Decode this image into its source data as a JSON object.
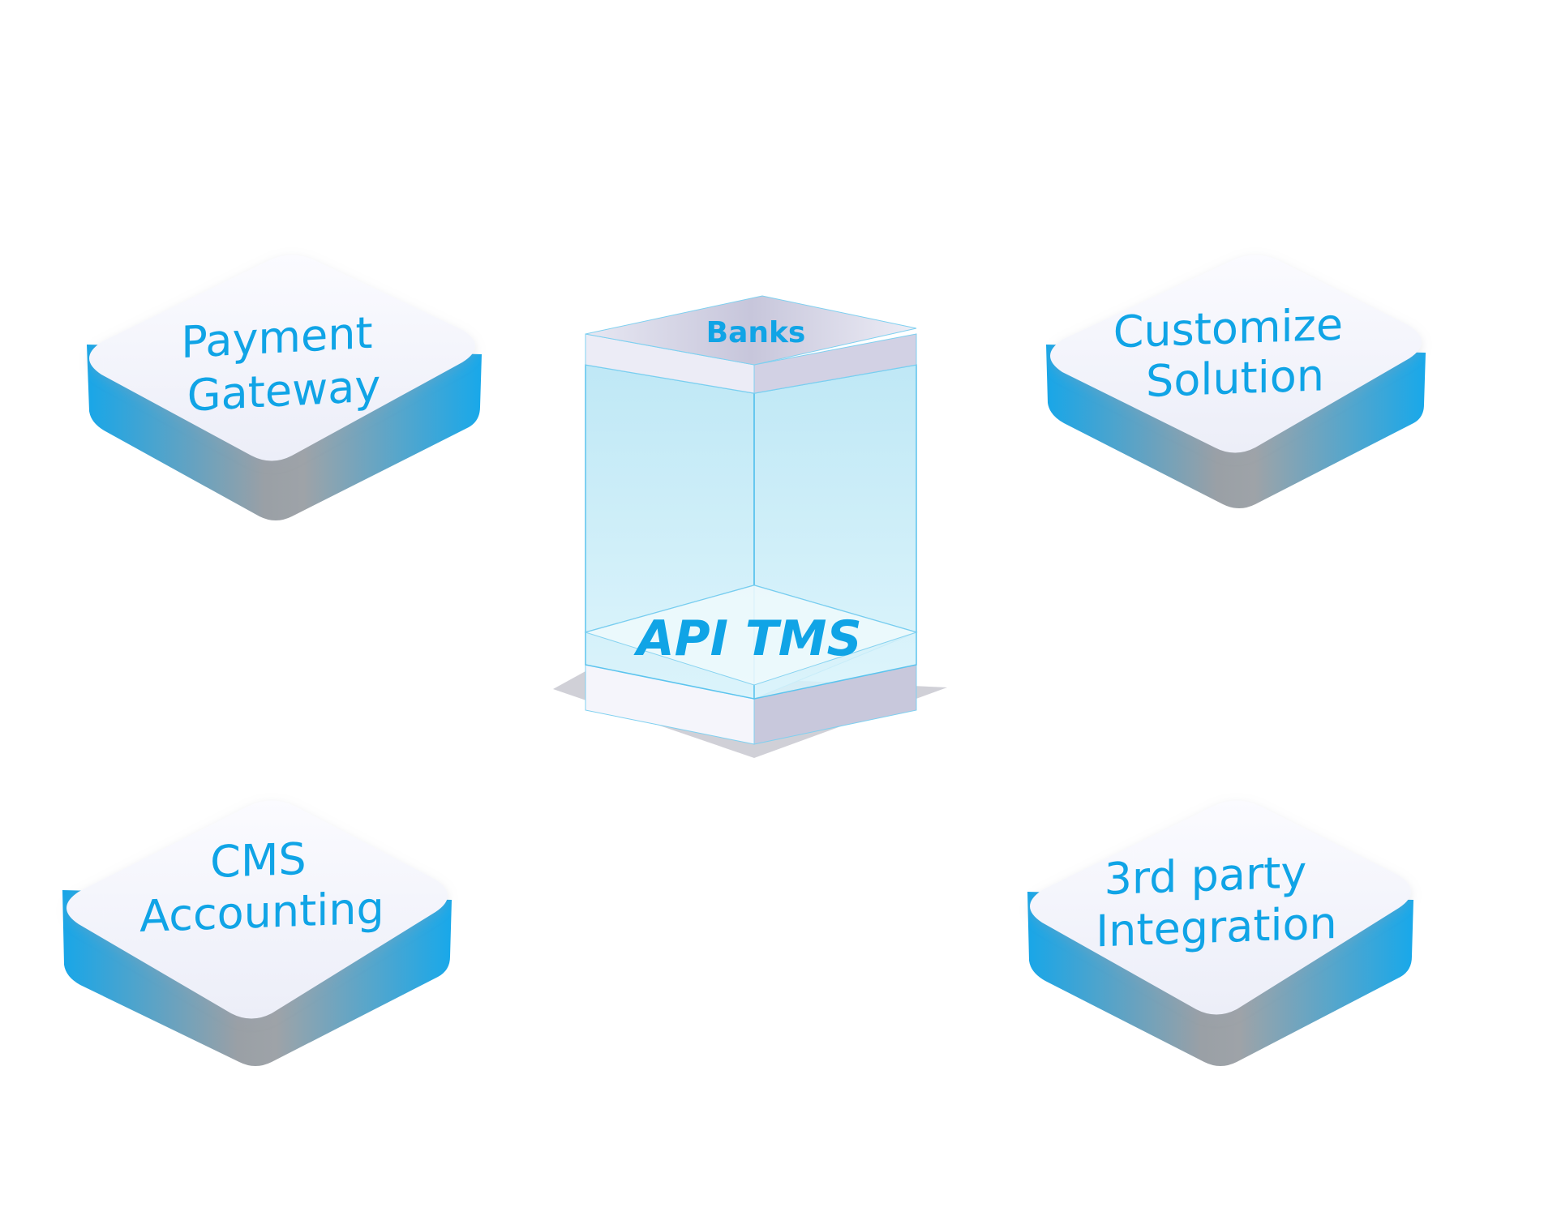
{
  "diagram": {
    "center": {
      "top_label": "Banks",
      "bottom_label": "API TMS"
    },
    "nodes": [
      {
        "id": "payment-gateway",
        "lines": [
          "Payment",
          "Gateway"
        ]
      },
      {
        "id": "customize-solution",
        "lines": [
          "Customize",
          "Solution"
        ]
      },
      {
        "id": "cms-accounting",
        "lines": [
          "CMS",
          "Accounting"
        ]
      },
      {
        "id": "third-party-integration",
        "lines": [
          "3rd party",
          "Integration"
        ]
      }
    ],
    "colors": {
      "label": "#10a4e6",
      "tile_side_blue": "#1aa6e6",
      "tile_side_gray": "#9aa0a6",
      "tile_top": "#f3f4fb",
      "glass": "#bfe9f6",
      "glass_edge": "#5cc4ee"
    }
  }
}
